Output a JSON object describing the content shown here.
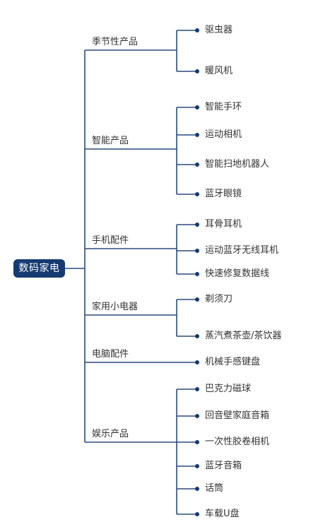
{
  "root": {
    "label": "数码家电"
  },
  "colors": {
    "line": "#2a4a7f",
    "root_fill": "#173a72",
    "dot": "#173a72",
    "text": "#333333"
  },
  "categories": [
    {
      "label": "季节性产品",
      "items": [
        "驱虫器",
        "暖风机"
      ]
    },
    {
      "label": "智能产品",
      "items": [
        "智能手环",
        "运动相机",
        "智能扫地机器人",
        "蓝牙眼镜"
      ]
    },
    {
      "label": "手机配件",
      "items": [
        "耳骨耳机",
        "运动蓝牙无线耳机",
        "快速修复数据线"
      ]
    },
    {
      "label": "家用小电器",
      "items": [
        "剃须刀",
        "蒸汽煮茶壶/茶饮器"
      ]
    },
    {
      "label": "电脑配件",
      "items": [
        "机械手感键盘"
      ]
    },
    {
      "label": "娱乐产品",
      "items": [
        "巴克力磁球",
        "回音壁家庭音箱",
        "一次性胶卷相机",
        "蓝牙音箱",
        "话筒",
        "车载U盘"
      ]
    }
  ]
}
